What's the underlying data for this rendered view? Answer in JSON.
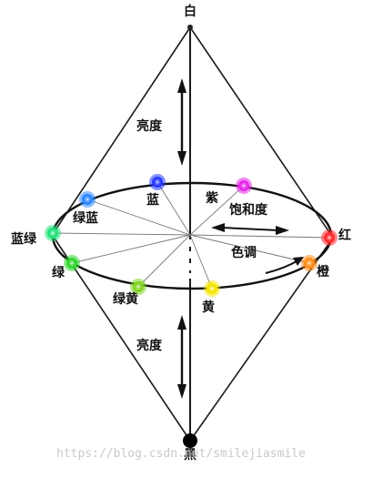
{
  "labels": {
    "top": "白",
    "bottom": "黑",
    "brightness_top": "亮度",
    "brightness_bottom": "亮度",
    "saturation": "饱和度",
    "hue": "色调"
  },
  "hues": [
    {
      "name": "红",
      "color": "#ff2a2a"
    },
    {
      "name": "橙",
      "color": "#ff8c1a"
    },
    {
      "name": "黄",
      "color": "#f5e400"
    },
    {
      "name": "绿黄",
      "color": "#7ed321"
    },
    {
      "name": "绿",
      "color": "#2fd62f"
    },
    {
      "name": "蓝绿",
      "color": "#22e07a"
    },
    {
      "name": "绿蓝",
      "color": "#2a86ff"
    },
    {
      "name": "蓝",
      "color": "#2638ff"
    },
    {
      "name": "紫",
      "color": "#e528e8"
    }
  ],
  "watermark": "https://blog.csdn.net/smilejiasmile"
}
